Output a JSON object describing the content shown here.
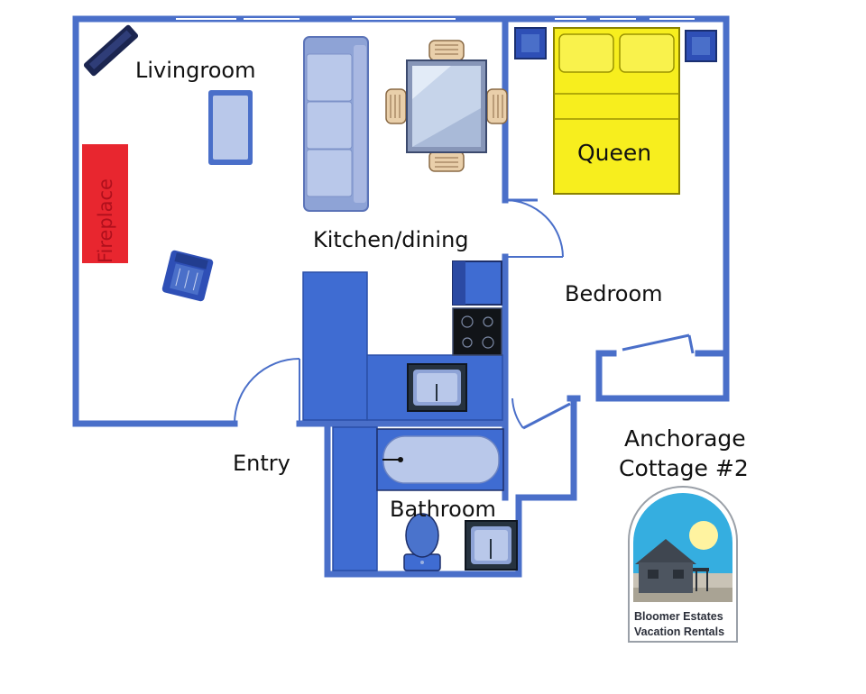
{
  "rooms": {
    "livingroom": "Livingroom",
    "kitchen": "Kitchen/dining",
    "bedroom": "Bedroom",
    "entry": "Entry",
    "bathroom": "Bathroom"
  },
  "furniture": {
    "fireplace": "Fireplace",
    "bed": "Queen"
  },
  "title": {
    "line1": "Anchorage",
    "line2": "Cottage #2"
  },
  "logo": {
    "line1": "Bloomer Estates",
    "line2": "Vacation Rentals"
  },
  "colors": {
    "wall": "#4a6fc9",
    "counter": "#3f6cd2",
    "fireplace": "#e8262f",
    "bed": "#f7ee1e",
    "sofa": "#b9c8ea",
    "sky": "#35aee0",
    "sun": "#fff3a0"
  }
}
